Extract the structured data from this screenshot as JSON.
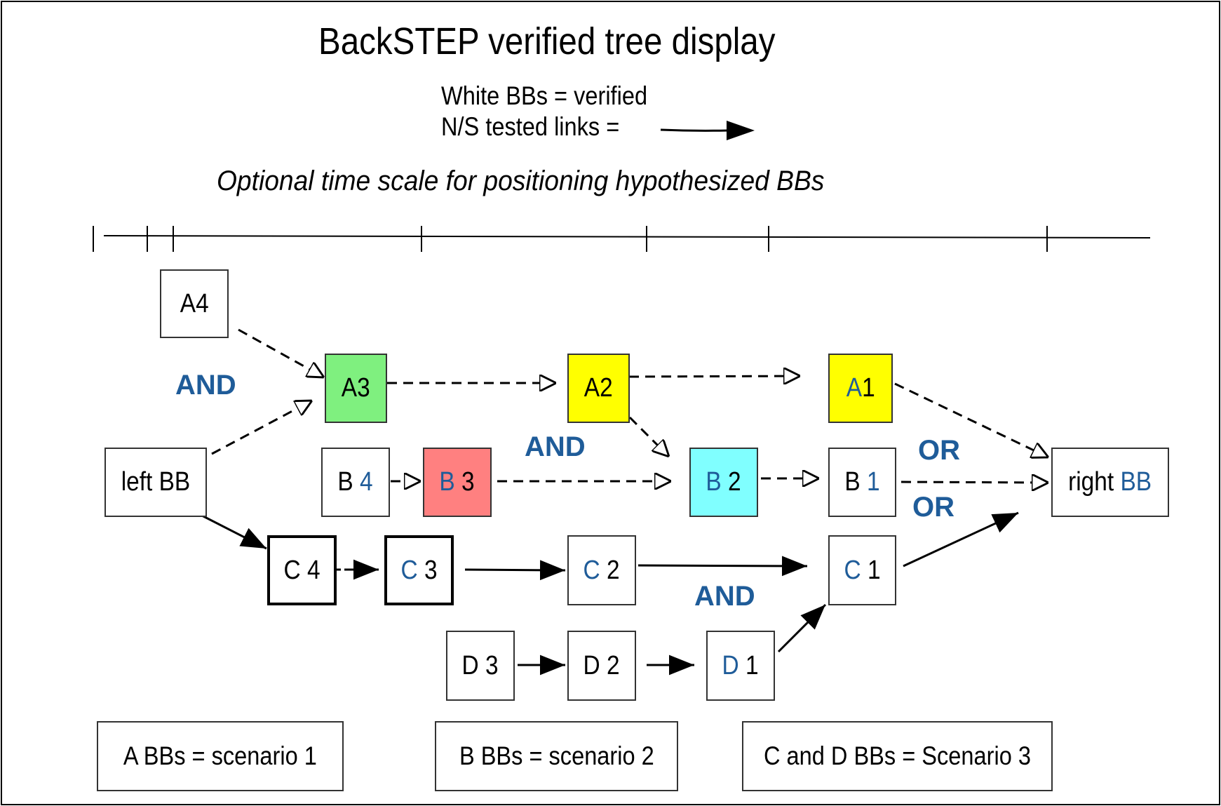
{
  "title": "BackSTEP verified tree display",
  "legend": {
    "line1": "White BBs = verified",
    "line2": "N/S tested links ="
  },
  "subtitle": "Optional time scale for positioning hypothesized BBs",
  "colors": {
    "A3": "#7ff07f",
    "A2": "#ffff00",
    "A1": "#ffff00",
    "B3": "#ff8080",
    "B2": "#80ffff",
    "letter_blue": "#1f5c99"
  },
  "nodes": {
    "A4": {
      "a": "A4",
      "b": ""
    },
    "A3": {
      "a": "A3",
      "b": ""
    },
    "A2": {
      "a": "A2",
      "b": ""
    },
    "A1": {
      "a": "A",
      "b": "1"
    },
    "leftBB": {
      "a": "left BB",
      "b": ""
    },
    "B4": {
      "a": "B ",
      "b": "4"
    },
    "B3": {
      "a": "B",
      "b": " 3"
    },
    "B2": {
      "a": "B",
      "b": " 2"
    },
    "B1": {
      "a": "B ",
      "b": "1"
    },
    "rightBB": {
      "a": "right ",
      "b": "BB"
    },
    "C4": {
      "a": "C 4",
      "b": ""
    },
    "C3": {
      "a": "C",
      "b": " 3"
    },
    "C2": {
      "a": "C",
      "b": " 2"
    },
    "C1": {
      "a": "C",
      "b": " 1"
    },
    "D3": {
      "a": "D 3",
      "b": ""
    },
    "D2": {
      "a": "D 2",
      "b": ""
    },
    "D1": {
      "a": "D",
      "b": " 1"
    }
  },
  "operators": {
    "and1": "AND",
    "and2": "AND",
    "and3": "AND",
    "or1": "OR",
    "or2": "OR"
  },
  "scenarios": {
    "s1": "A  BBs = scenario 1",
    "s2": "B  BBs = scenario 2",
    "s3": "C and D BBs = Scenario 3"
  }
}
